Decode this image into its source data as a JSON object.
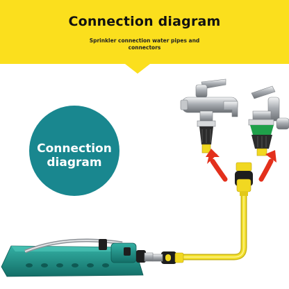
{
  "header": {
    "title": "Connection diagram",
    "subtitle": "Sprinkler connection water pipes and connectors"
  },
  "badge": {
    "label": "Connection diagram"
  },
  "icons": [
    "faucet-left-icon",
    "faucet-right-icon",
    "arrow-left-icon",
    "arrow-right-icon",
    "hose-connector-icon",
    "sprinkler-icon"
  ],
  "colors": {
    "banner": "#fbdf1d",
    "circle": "#19878f",
    "hose": "#f3e02a",
    "arrow": "#e3301c",
    "sprinkler": "#1f8f86",
    "chrome": "#b9bcbf"
  }
}
